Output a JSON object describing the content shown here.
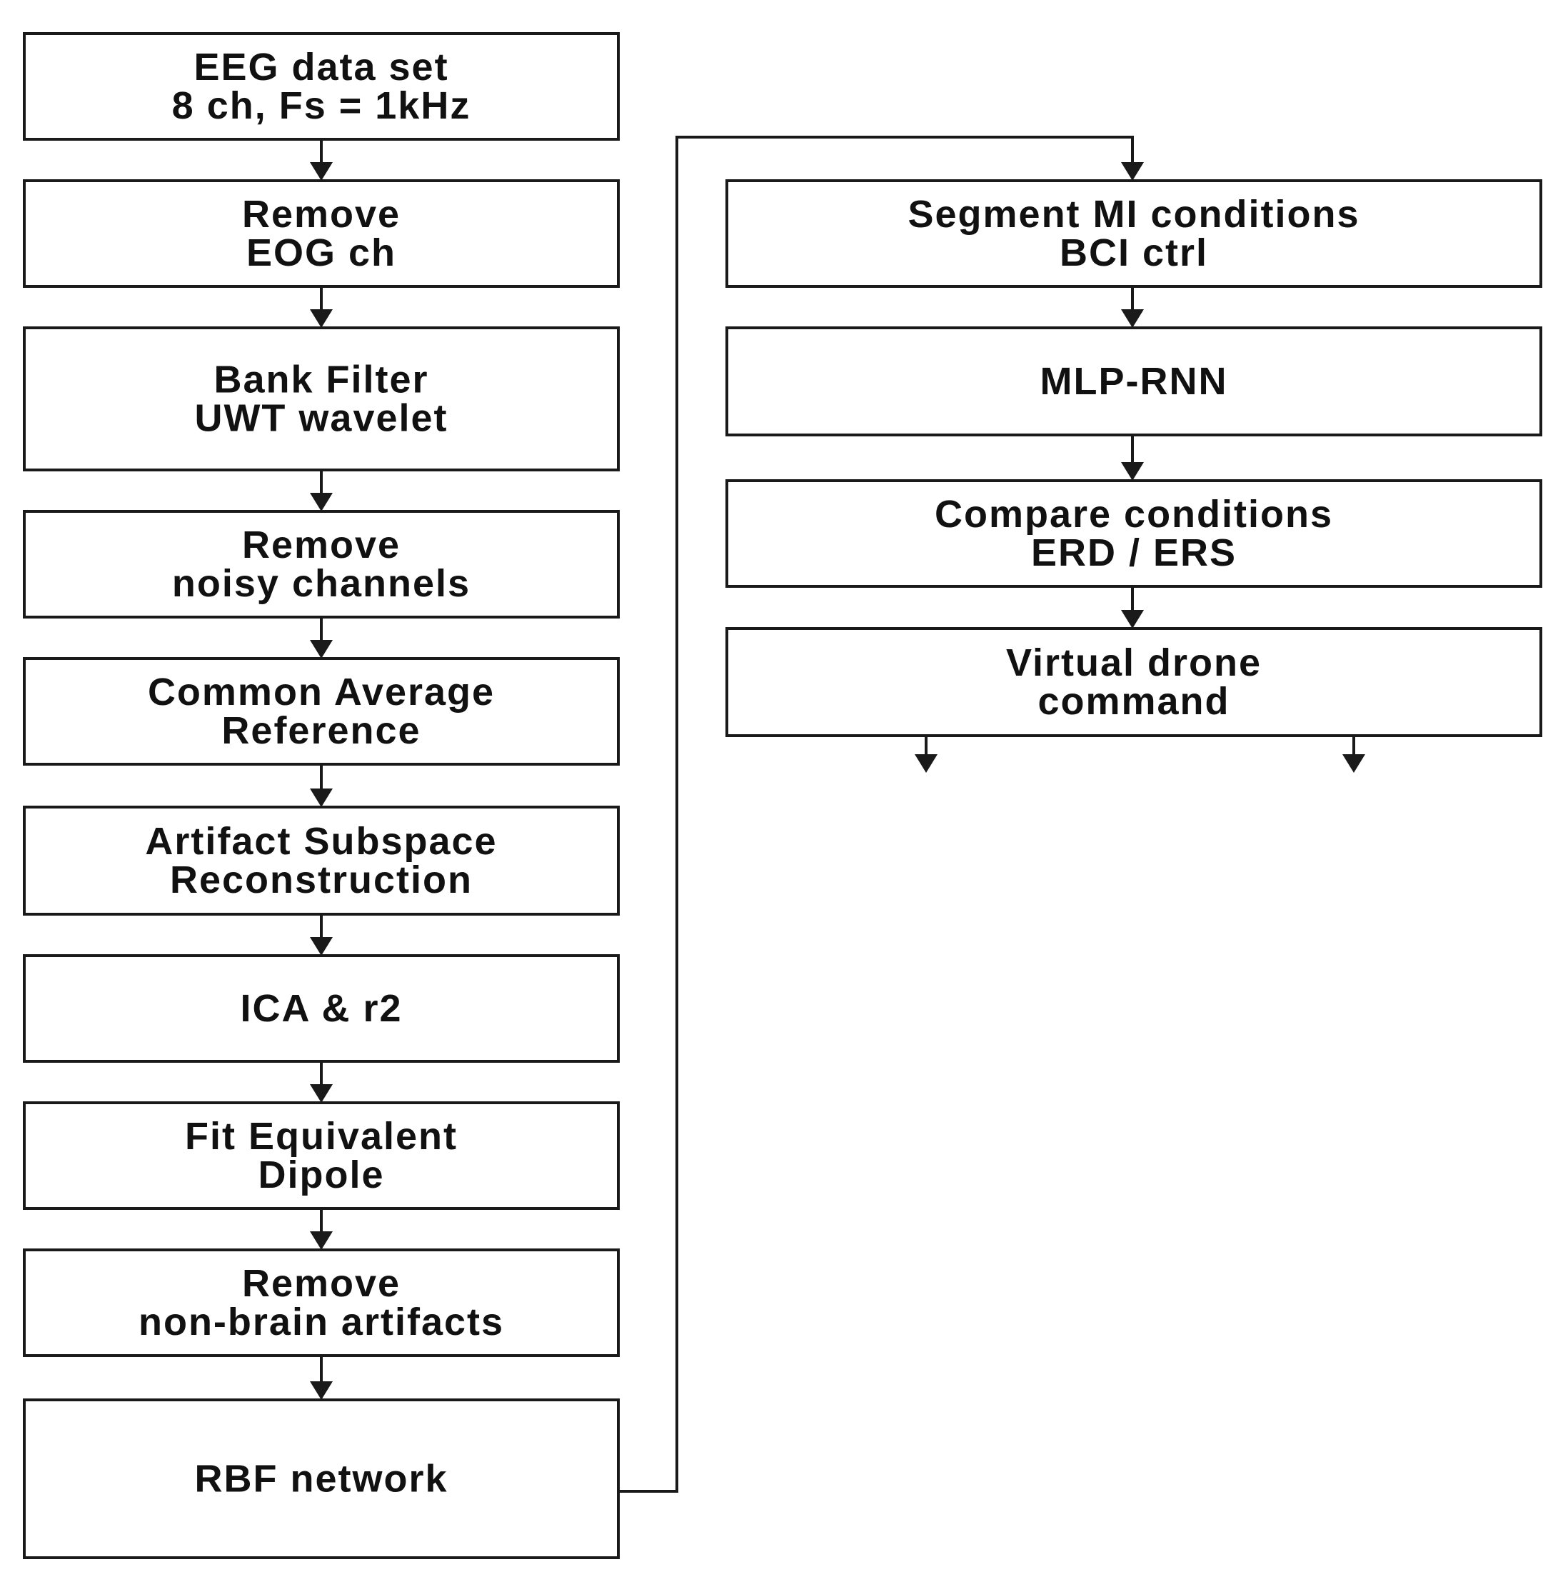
{
  "left_column": [
    {
      "id": "eeg-data-set",
      "lines": [
        "EEG data set",
        "8 ch, Fs = 1kHz"
      ]
    },
    {
      "id": "remove-eog",
      "lines": [
        "Remove",
        "EOG ch"
      ]
    },
    {
      "id": "bank-filter",
      "lines": [
        "Bank Filter",
        "UWT wavelet"
      ]
    },
    {
      "id": "remove-noisy",
      "lines": [
        "Remove",
        "noisy channels"
      ]
    },
    {
      "id": "common-average",
      "lines": [
        "Common Average",
        "Reference"
      ]
    },
    {
      "id": "artifact-subspace",
      "lines": [
        "Artifact Subspace",
        "Reconstruction"
      ]
    },
    {
      "id": "ica-r2",
      "lines": [
        "ICA & r2"
      ]
    },
    {
      "id": "fit-dipole",
      "lines": [
        "Fit Equivalent",
        "Dipole"
      ]
    },
    {
      "id": "remove-non-brain",
      "lines": [
        "Remove",
        "non-brain artifacts"
      ]
    },
    {
      "id": "rbf-network",
      "lines": [
        "RBF network"
      ]
    }
  ],
  "right_column": [
    {
      "id": "segment-mi",
      "lines": [
        "Segment MI conditions",
        "BCI ctrl"
      ]
    },
    {
      "id": "mlp-rnn",
      "lines": [
        "MLP-RNN"
      ]
    },
    {
      "id": "compare-conditions",
      "lines": [
        "Compare conditions",
        "ERD / ERS"
      ]
    },
    {
      "id": "virtual-drone",
      "lines": [
        "Virtual drone",
        "command"
      ]
    }
  ],
  "colors": {
    "stroke": "#1a1a1a",
    "text": "#111111",
    "background": "#ffffff"
  }
}
